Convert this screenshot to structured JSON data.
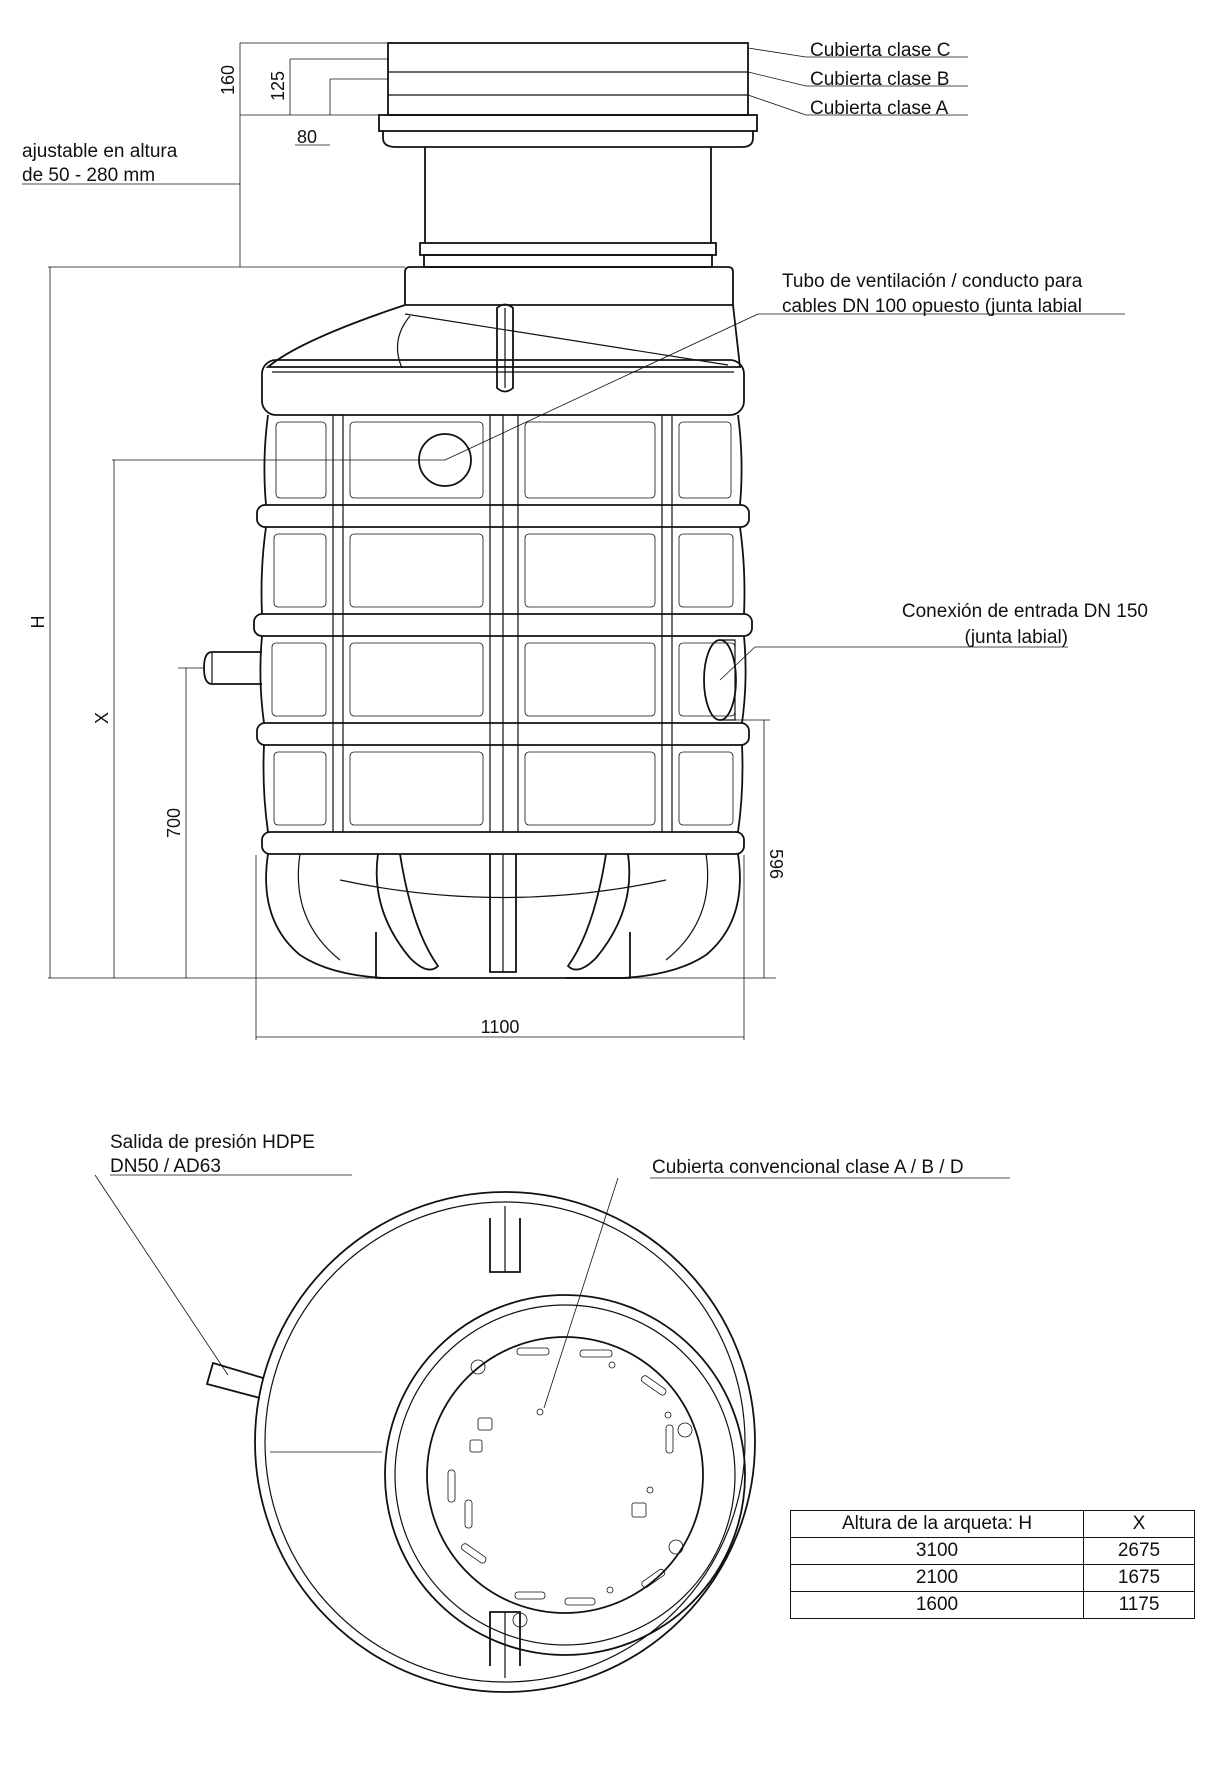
{
  "labels": {
    "cover_c": "Cubierta clase C",
    "cover_b": "Cubierta clase B",
    "cover_a": "Cubierta clase A",
    "adjustable_line1": "ajustable en altura",
    "adjustable_line2": "de 50 - 280 mm",
    "vent_line1": "Tubo de ventilación / conducto para",
    "vent_line2": "cables DN 100 opuesto (junta labial",
    "inlet_line1": "Conexión de entrada DN 150",
    "inlet_line2": "(junta labial)",
    "outlet_line1": "Salida de presión HDPE",
    "outlet_line2": "DN50 / AD63",
    "cover_conventional": "Cubierta convencional clase A / B / D"
  },
  "dimensions": {
    "d160": "160",
    "d125": "125",
    "d80": "80",
    "h": "H",
    "x": "X",
    "d700": "700",
    "d596": "596",
    "d1100": "1100"
  },
  "table": {
    "headers": [
      "Altura de la arqueta: H",
      "X"
    ],
    "rows": [
      [
        "3100",
        "2675"
      ],
      [
        "2100",
        "1675"
      ],
      [
        "1600",
        "1175"
      ]
    ]
  }
}
